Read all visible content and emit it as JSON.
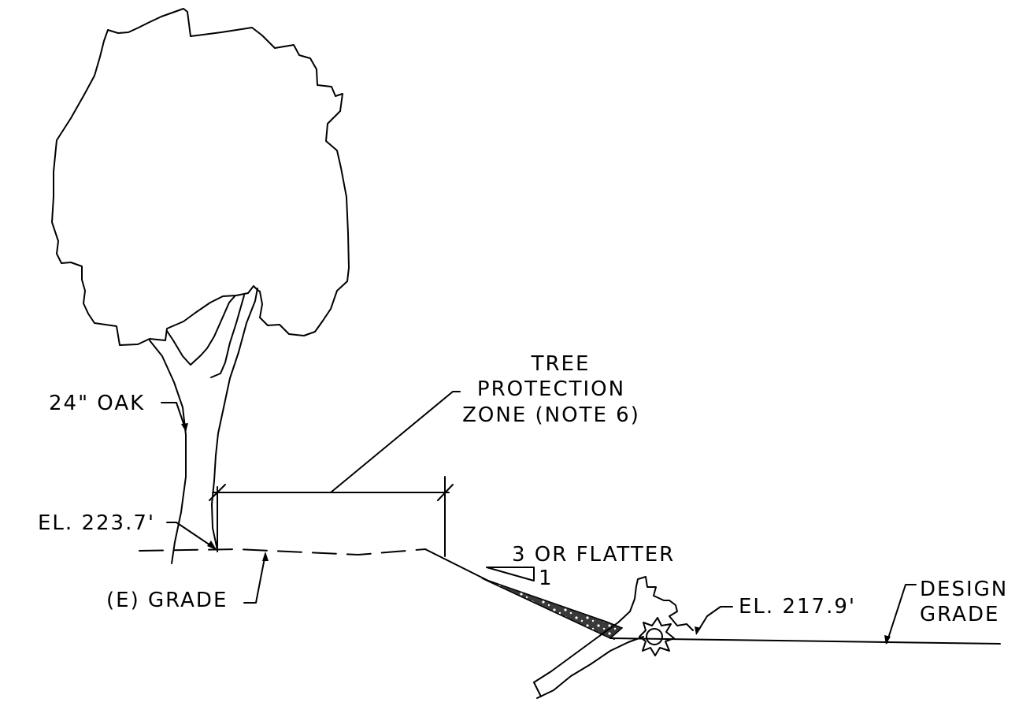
{
  "labels": {
    "tree": "24\" OAK",
    "el_top": "EL. 223.7'",
    "existing_grade": "(E) GRADE",
    "tpz_line1": "TREE",
    "tpz_line2": "PROTECTION",
    "tpz_line3": "ZONE (NOTE 6)",
    "slope_run": "3 OR FLATTER",
    "slope_rise": "1",
    "el_bottom": "EL. 217.9'",
    "design_grade_line1": "DESIGN",
    "design_grade_line2": "GRADE"
  },
  "colors": {
    "line": "#000000",
    "fill_hatch": "#3a3a3a",
    "background": "#ffffff"
  }
}
